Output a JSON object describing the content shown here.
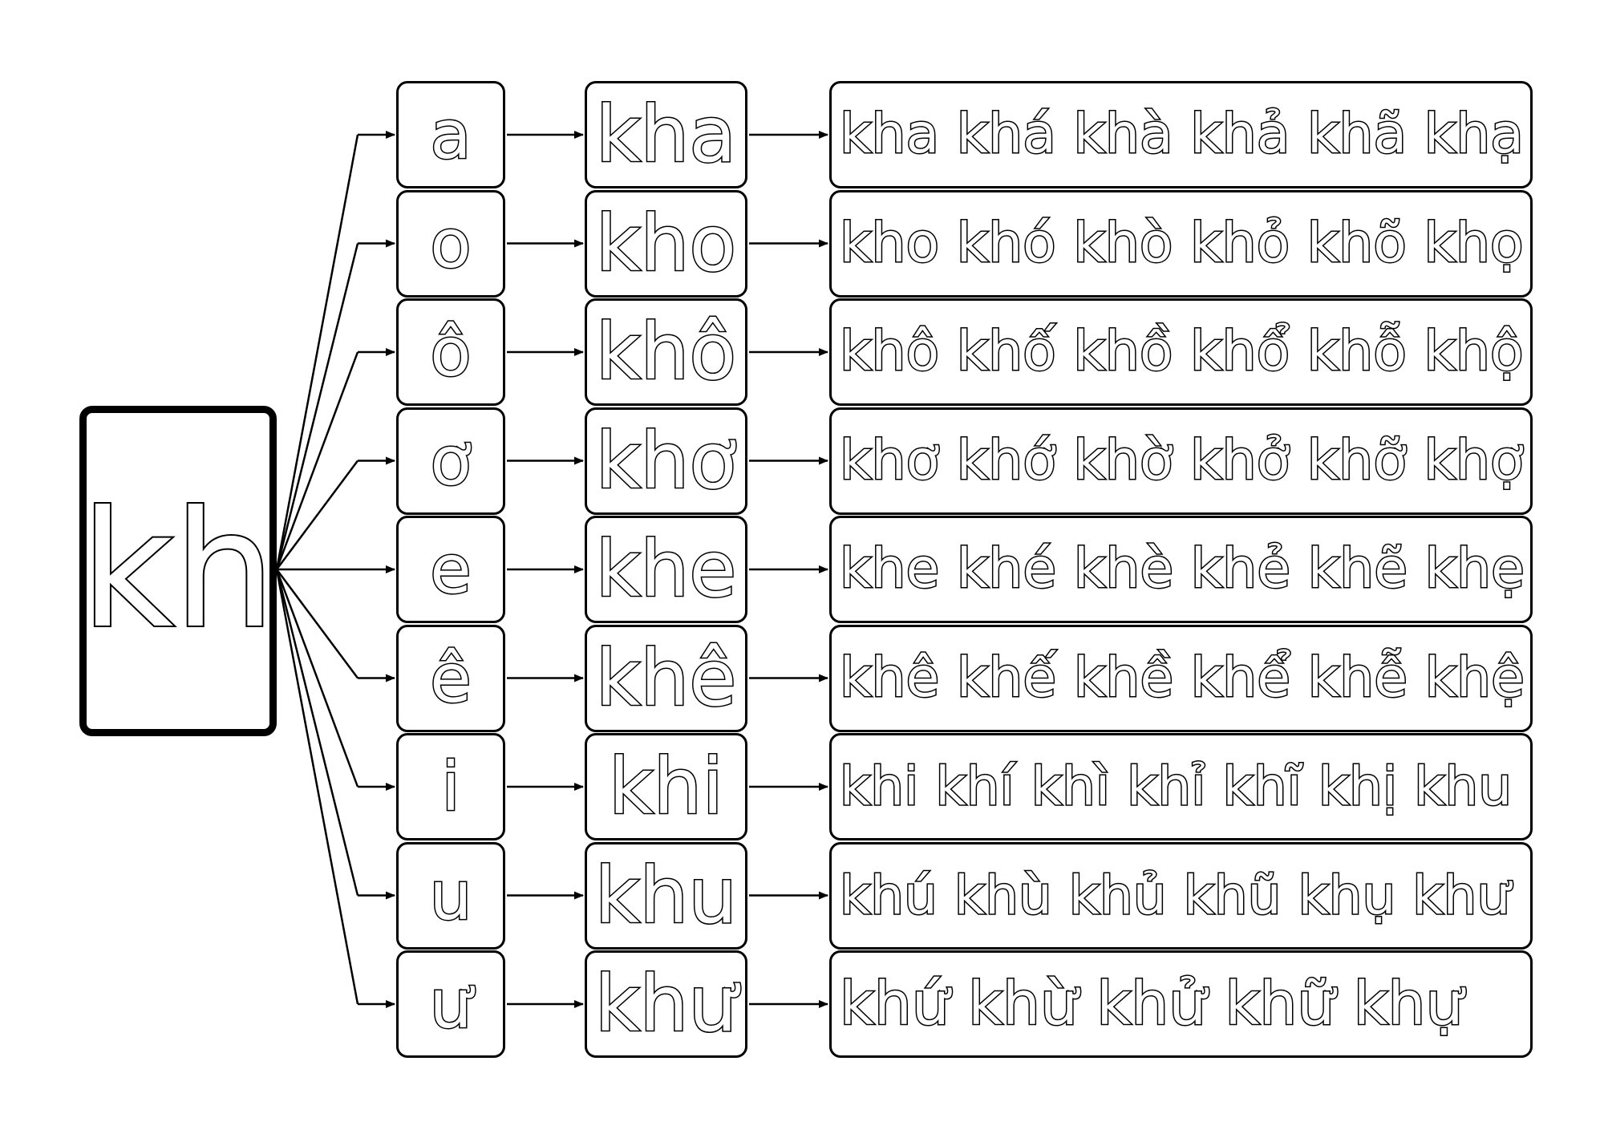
{
  "consonant": "kh",
  "rows": [
    {
      "vowel": "a",
      "syllable": "kha",
      "tones": "kha  khá  khà  khả  khã  khạ"
    },
    {
      "vowel": "o",
      "syllable": "kho",
      "tones": "kho  khó  khò  khỏ  khõ  khọ"
    },
    {
      "vowel": "ô",
      "syllable": "khô",
      "tones": "khô  khố  khồ  khổ  khỗ  khộ"
    },
    {
      "vowel": "ơ",
      "syllable": "khơ",
      "tones": "khơ  khớ  khờ  khở  khỡ  khợ"
    },
    {
      "vowel": "e",
      "syllable": "khe",
      "tones": "khe  khé  khè  khẻ  khẽ  khẹ"
    },
    {
      "vowel": "ê",
      "syllable": "khê",
      "tones": "khê  khế  khề  khể  khễ  khệ"
    },
    {
      "vowel": "i",
      "syllable": "khi",
      "tones": "khi  khí  khì  khỉ  khĩ  khị  khu"
    },
    {
      "vowel": "u",
      "syllable": "khu",
      "tones": "khú  khù  khủ  khũ  khụ  khư"
    },
    {
      "vowel": "ư",
      "syllable": "khư",
      "tones": "khứ  khừ  khử  khữ  khự"
    }
  ]
}
